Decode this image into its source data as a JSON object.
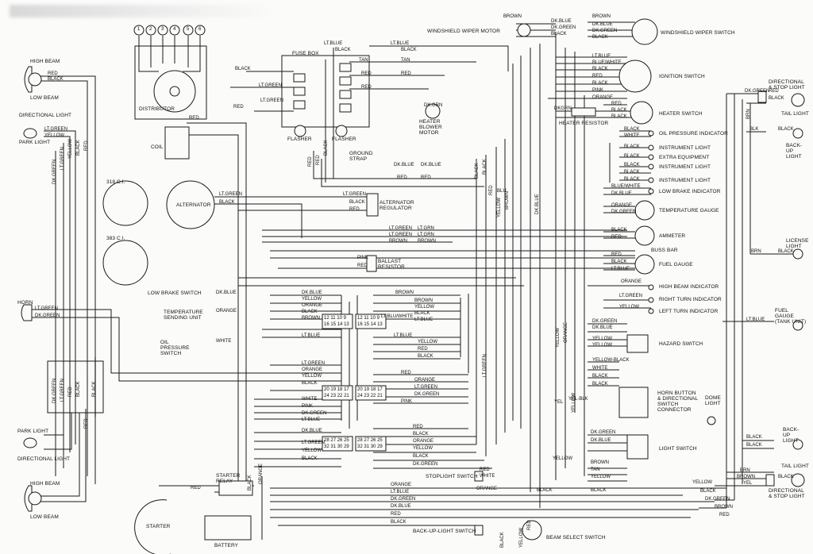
{
  "components": {
    "high_beam_top": "HIGH BEAM",
    "low_beam_top": "LOW BEAM",
    "directional_light_top": "DIRECTIONAL LIGHT",
    "park_light_top": "PARK LIGHT",
    "distributor": "DISTRIBUTOR",
    "coil": "COIL",
    "ci_318": "318 C.I.",
    "ci_383": "383 C.I.",
    "alternator": "ALTERNATOR",
    "fuse_box": "FUSE BOX",
    "flasher_left": "FLASHER",
    "flasher_right": "FLASHER",
    "ground_strap": "GROUND STRAP",
    "heater_blower_motor": "HEATER BLOWER MOTOR",
    "alternator_regulator": "ALTERNATOR REGULATOR",
    "ballast_resistor": "BALLAST RESISTOR",
    "low_brake_switch": "LOW BRAKE SWITCH",
    "temp_sending_unit": "TEMPERATURE SENDING UNIT",
    "oil_pressure_switch": "OIL PRESSURE SWITCH",
    "horn": "HORN",
    "park_light_bottom": "PARK LIGHT",
    "directional_light_bottom": "DIRECTIONAL LIGHT",
    "high_beam_bottom": "HIGH BEAM",
    "low_beam_bottom": "LOW BEAM",
    "starter_relay": "STARTER RELAY",
    "starter": "STARTER",
    "battery": "BATTERY",
    "windshield_wiper_motor": "WINDSHIELD WIPER MOTOR",
    "windshield_wiper_switch": "WINDSHIELD WIPER SWITCH",
    "ignition_switch": "IGNITION SWITCH",
    "heater_switch": "HEATER SWITCH",
    "heater_resistor": "HEATER RESISTOR",
    "oil_pressure_indicator": "OIL PRESSURE INDICATOR",
    "instrument_light_1": "INSTRUMENT LIGHT",
    "extra_equipment": "EXTRA EQUIPMENT",
    "instrument_light_2": "INSTRUMENT LIGHT",
    "instrument_light_3": "INSTRUMENT LIGHT",
    "low_brake_indicator": "LOW BRAKE INDICATOR",
    "temperature_gauge": "TEMPERATURE GAUGE",
    "ammeter": "AMMETER",
    "buss_bar": "BUSS BAR",
    "fuel_gauge": "FUEL GAUGE",
    "high_beam_indicator": "HIGH BEAM INDICATOR",
    "right_turn_indicator": "RIGHT TURN INDICATOR",
    "left_turn_indicator": "LEFT TURN INDICATOR",
    "hazard_switch": "HAZARD SWITCH",
    "horn_button_connector": "HORN BUTTON & DIRECTIONAL SWITCH CONNECTOR",
    "dome_light": "DOME LIGHT",
    "light_switch": "LIGHT SWITCH",
    "stoplight_switch": "STOPLIGHT SWITCH",
    "backup_light_switch": "BACK-UP-LIGHT SWITCH",
    "beam_select_switch": "BEAM SELECT SWITCH",
    "dir_stop_light_top": "DIRECTIONAL & STOP LIGHT",
    "tail_light_top": "TAIL LIGHT",
    "backup_light_right": "BACK-UP LIGHT",
    "license_light": "LICENSE LIGHT",
    "fuel_gauge_tank": "FUEL GAUGE (TANK UNIT)",
    "backup_light_bottom": "BACK-UP LIGHT",
    "dir_stop_light_bottom": "DIRECTIONAL & STOP LIGHT",
    "tail_light_bottom": "TAIL LIGHT"
  },
  "distributor_numbers": [
    "1",
    "2",
    "3",
    "4",
    "5",
    "6"
  ],
  "connector_pins": {
    "c1_top": [
      "12",
      "11",
      "10",
      "9"
    ],
    "c1_bot": [
      "16",
      "15",
      "14",
      "13"
    ],
    "c2_top": [
      "12",
      "11",
      "10",
      "9"
    ],
    "c2_bot": [
      "16",
      "15",
      "14",
      "13"
    ],
    "c3_top": [
      "20",
      "19",
      "18",
      "17"
    ],
    "c3_bot": [
      "24",
      "23",
      "22",
      "21"
    ],
    "c4_top": [
      "20",
      "19",
      "18",
      "17"
    ],
    "c4_bot": [
      "24",
      "23",
      "22",
      "21"
    ],
    "c5_top": [
      "28",
      "27",
      "26",
      "25"
    ],
    "c5_bot": [
      "32",
      "31",
      "30",
      "29"
    ],
    "c6_top": [
      "28",
      "27",
      "26",
      "25"
    ],
    "c6_bot": [
      "32",
      "31",
      "30",
      "29"
    ]
  },
  "wire_colors": {
    "black": "BLACK",
    "red": "RED",
    "tan": "TAN",
    "brown": "BROWN",
    "yellow": "YELLOW",
    "orange": "ORANGE",
    "white": "WHITE",
    "pink": "PINK",
    "lt_blue": "LT.BLUE",
    "lt_green": "LT.GREEN",
    "dk_blue": "DK.BLUE",
    "dk_green": "DK.GREEN",
    "lt_grn": "LT.GRN",
    "blue_white": "BLUE/WHITE",
    "lt_blu_white": "LT.BLU/WHITE",
    "yellow_black": "YELLOW-BLACK",
    "yel_blk": "YEL-BLK",
    "brn": "BRN",
    "blk": "BLK",
    "yel": "YEL",
    "blu": "BLU",
    "dk_grn": "DK.GRN",
    "dkgrn": "DKGRN"
  },
  "colors": {
    "ink": "#1a1a1a",
    "paper": "#fbfbf9"
  }
}
